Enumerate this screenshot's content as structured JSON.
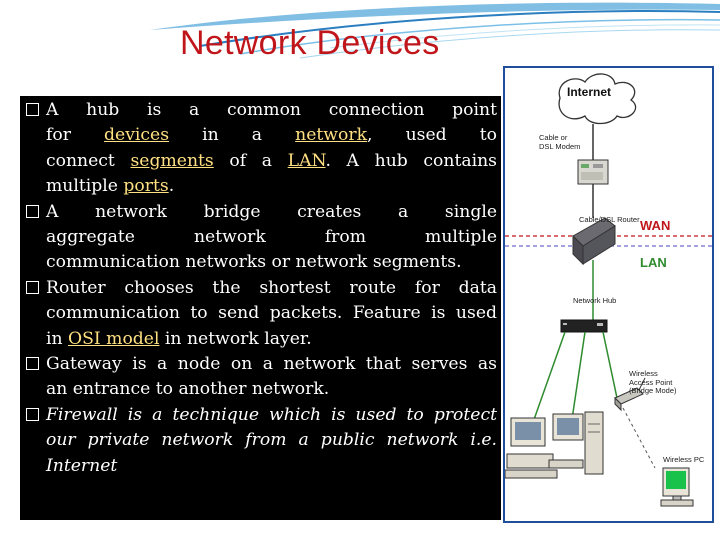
{
  "slide": {
    "title": "Network Devices",
    "paragraphs": [
      {
        "lines": [
          [
            {
              "t": "A hub is a common connection point"
            }
          ],
          [
            {
              "t": "for "
            },
            {
              "t": "devices",
              "kw": true
            },
            {
              "t": " in a "
            },
            {
              "t": "network",
              "kw": true
            },
            {
              "t": ", used to"
            }
          ],
          [
            {
              "t": "connect "
            },
            {
              "t": "segments",
              "kw": true
            },
            {
              "t": " of a "
            },
            {
              "t": "LAN",
              "kw": true
            },
            {
              "t": ". A hub contains"
            }
          ],
          [
            {
              "t": "multiple "
            },
            {
              "t": "ports",
              "kw": true
            },
            {
              "t": "."
            }
          ]
        ]
      },
      {
        "lines": [
          [
            {
              "t": "A network bridge creates a single"
            }
          ],
          [
            {
              "t": "aggregate network from multiple"
            }
          ],
          [
            {
              "t": "communication networks or network segments."
            }
          ]
        ]
      },
      {
        "lines": [
          [
            {
              "t": "Router chooses the shortest route for data"
            }
          ],
          [
            {
              "t": "communication to send packets. Feature is used"
            }
          ],
          [
            {
              "t": "in "
            },
            {
              "t": "OSI model",
              "kw": true
            },
            {
              "t": " in network layer."
            }
          ]
        ]
      },
      {
        "lines": [
          [
            {
              "t": " Gateway is a node on a network that serves as"
            }
          ],
          [
            {
              "t": "an entrance to another network."
            }
          ]
        ]
      },
      {
        "italic": true,
        "lines": [
          [
            {
              "t": "Firewall is a technique which is used to protect"
            }
          ],
          [
            {
              "t": "our private network from a public network i.e."
            }
          ],
          [
            {
              "t": "Internet"
            }
          ]
        ]
      }
    ]
  },
  "diagram": {
    "internet": "Internet",
    "cable_modem": "Cable or\nDSL Modem",
    "router": "Cable/DSL Router",
    "wan": "WAN",
    "lan": "LAN",
    "hub": "Network Hub",
    "access_point": "Wireless\nAccess Point\n(Bridge Mode)",
    "wireless_pc": "Wireless PC"
  }
}
